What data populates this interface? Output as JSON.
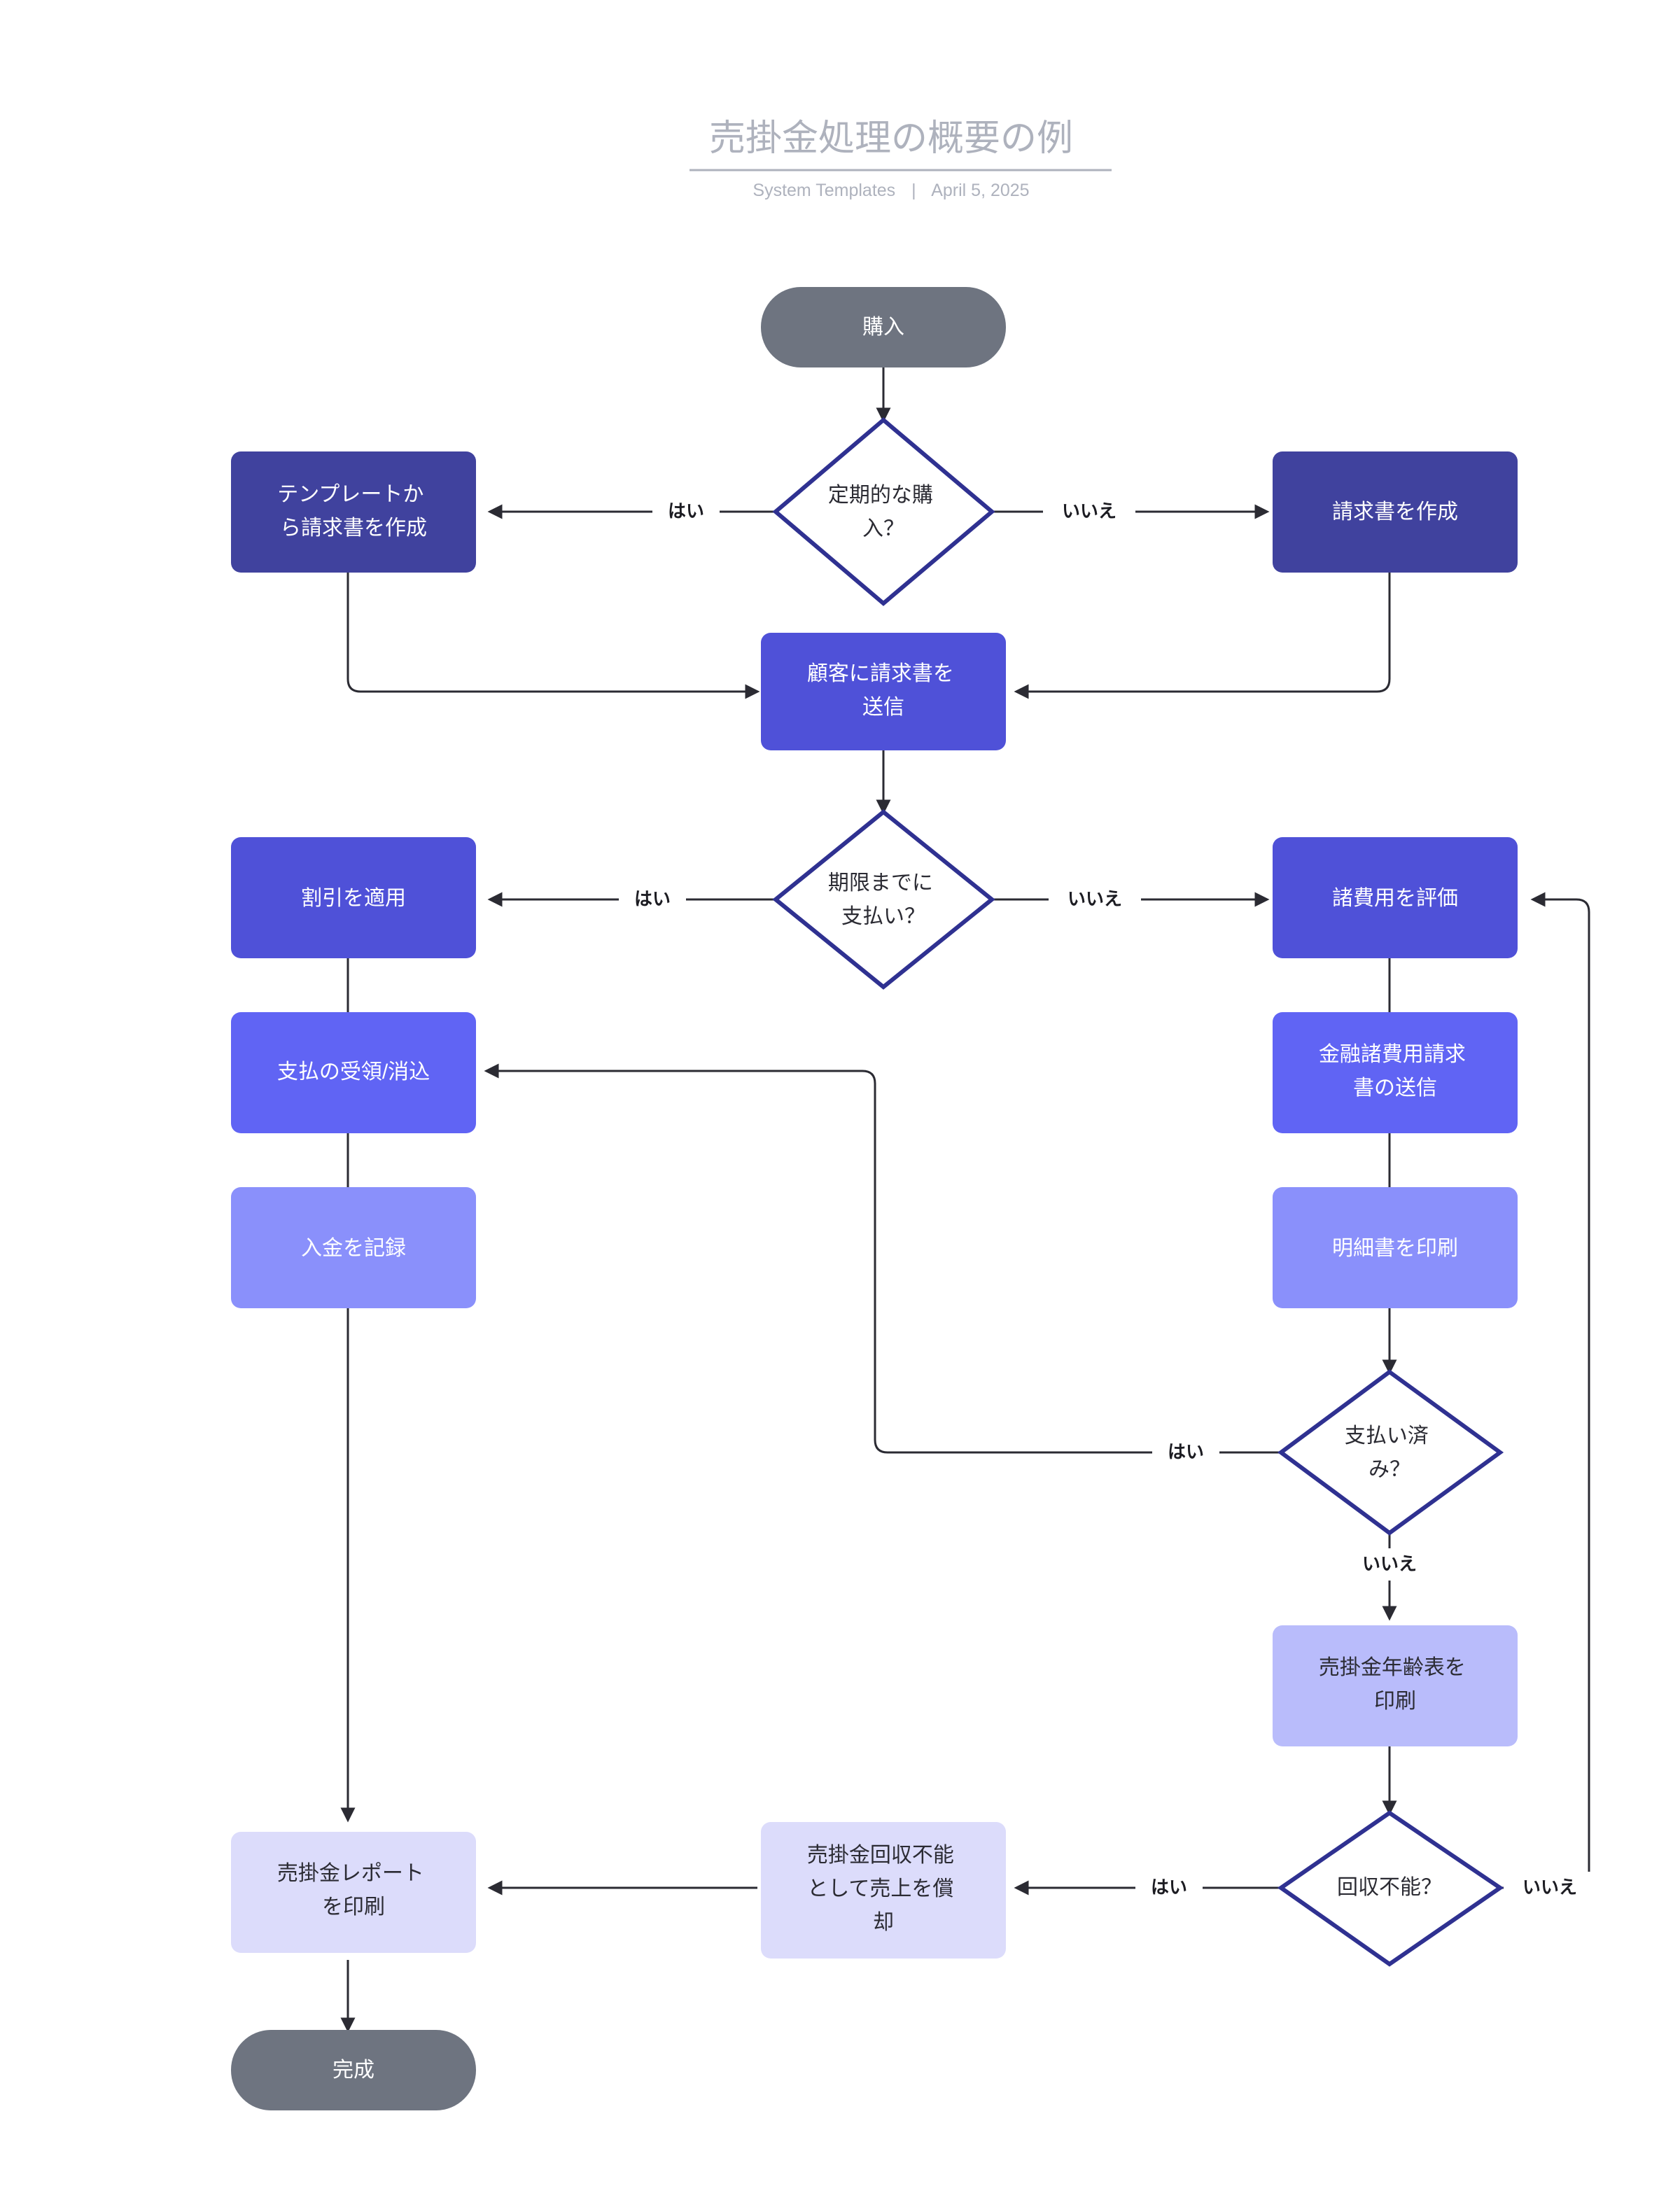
{
  "header": {
    "title": "売掛金処理の概要の例",
    "source": "System Templates",
    "separator": "|",
    "date": "April 5, 2025"
  },
  "palette": {
    "terminator": "#6e7480",
    "shade_1": "#40429e",
    "shade_2": "#4f51d8",
    "shade_3": "#6064f4",
    "shade_4": "#8a90fb",
    "shade_5": "#b9bcfb",
    "shade_6": "#dcdcfb",
    "diamond_stroke": "#2f3191",
    "diamond_fill": "#ffffff",
    "edge": "#2b2b33",
    "header_text": "#aeb2bd"
  },
  "chart_data": {
    "type": "diagram",
    "title": "売掛金処理の概要の例",
    "nodes": [
      {
        "id": "start",
        "label": "購入",
        "shape": "terminator",
        "fill": "#6e7480",
        "text": "light"
      },
      {
        "id": "d_recurring",
        "label": "定期的な購入？",
        "shape": "diamond",
        "fill": "#ffffff",
        "text": "dark"
      },
      {
        "id": "tpl_invoice",
        "label": "テンプレートか\nら請求書を作成",
        "shape": "process",
        "fill": "#40429e",
        "text": "light"
      },
      {
        "id": "new_invoice",
        "label": "請求書を作成",
        "shape": "process",
        "fill": "#40429e",
        "text": "light"
      },
      {
        "id": "send_invoice",
        "label": "顧客に請求書を\n送信",
        "shape": "process",
        "fill": "#4f51d8",
        "text": "light"
      },
      {
        "id": "d_ontime",
        "label": "期限までに\n支払い？",
        "shape": "diamond",
        "fill": "#ffffff",
        "text": "dark"
      },
      {
        "id": "discount",
        "label": "割引を適用",
        "shape": "process",
        "fill": "#4f51d8",
        "text": "light"
      },
      {
        "id": "assess_fees",
        "label": "諸費用を評価",
        "shape": "process",
        "fill": "#4f51d8",
        "text": "light"
      },
      {
        "id": "receive_pay",
        "label": "支払の受領/消込",
        "shape": "process",
        "fill": "#6064f4",
        "text": "light"
      },
      {
        "id": "send_fees",
        "label": "金融諸費用請求\n書の送信",
        "shape": "process",
        "fill": "#6064f4",
        "text": "light"
      },
      {
        "id": "record_pay",
        "label": "入金を記録",
        "shape": "process",
        "fill": "#8a90fb",
        "text": "light"
      },
      {
        "id": "print_stmt",
        "label": "明細書を印刷",
        "shape": "process",
        "fill": "#8a90fb",
        "text": "light"
      },
      {
        "id": "d_paid",
        "label": "支払い済\nみ？",
        "shape": "diamond",
        "fill": "#ffffff",
        "text": "dark"
      },
      {
        "id": "print_aging",
        "label": "売掛金年齢表を\n印刷",
        "shape": "process",
        "fill": "#b9bcfb",
        "text": "dark"
      },
      {
        "id": "d_uncollect",
        "label": "回収不能？",
        "shape": "diamond",
        "fill": "#ffffff",
        "text": "dark"
      },
      {
        "id": "write_off",
        "label": "売掛金回収不能\nとして売上を償\n却",
        "shape": "process",
        "fill": "#dcdcfb",
        "text": "dark"
      },
      {
        "id": "print_report",
        "label": "売掛金レポート\nを印刷",
        "shape": "process",
        "fill": "#dcdcfb",
        "text": "dark"
      },
      {
        "id": "end",
        "label": "完成",
        "shape": "terminator",
        "fill": "#6e7480",
        "text": "light"
      }
    ],
    "edges": [
      {
        "from": "start",
        "to": "d_recurring",
        "label": ""
      },
      {
        "from": "d_recurring",
        "to": "tpl_invoice",
        "label": "はい"
      },
      {
        "from": "d_recurring",
        "to": "new_invoice",
        "label": "いいえ"
      },
      {
        "from": "tpl_invoice",
        "to": "send_invoice",
        "label": ""
      },
      {
        "from": "new_invoice",
        "to": "send_invoice",
        "label": ""
      },
      {
        "from": "send_invoice",
        "to": "d_ontime",
        "label": ""
      },
      {
        "from": "d_ontime",
        "to": "discount",
        "label": "はい"
      },
      {
        "from": "d_ontime",
        "to": "assess_fees",
        "label": "いいえ"
      },
      {
        "from": "discount",
        "to": "receive_pay",
        "label": ""
      },
      {
        "from": "assess_fees",
        "to": "send_fees",
        "label": ""
      },
      {
        "from": "receive_pay",
        "to": "record_pay",
        "label": ""
      },
      {
        "from": "send_fees",
        "to": "print_stmt",
        "label": ""
      },
      {
        "from": "print_stmt",
        "to": "d_paid",
        "label": ""
      },
      {
        "from": "d_paid",
        "to": "receive_pay",
        "label": "はい"
      },
      {
        "from": "d_paid",
        "to": "print_aging",
        "label": "いいえ"
      },
      {
        "from": "print_aging",
        "to": "d_uncollect",
        "label": ""
      },
      {
        "from": "d_uncollect",
        "to": "write_off",
        "label": "はい"
      },
      {
        "from": "d_uncollect",
        "to": "assess_fees",
        "label": "いいえ"
      },
      {
        "from": "write_off",
        "to": "print_report",
        "label": ""
      },
      {
        "from": "record_pay",
        "to": "print_report",
        "label": ""
      },
      {
        "from": "print_report",
        "to": "end",
        "label": ""
      }
    ],
    "edge_labels": {
      "yes": "はい",
      "no": "いいえ"
    }
  }
}
